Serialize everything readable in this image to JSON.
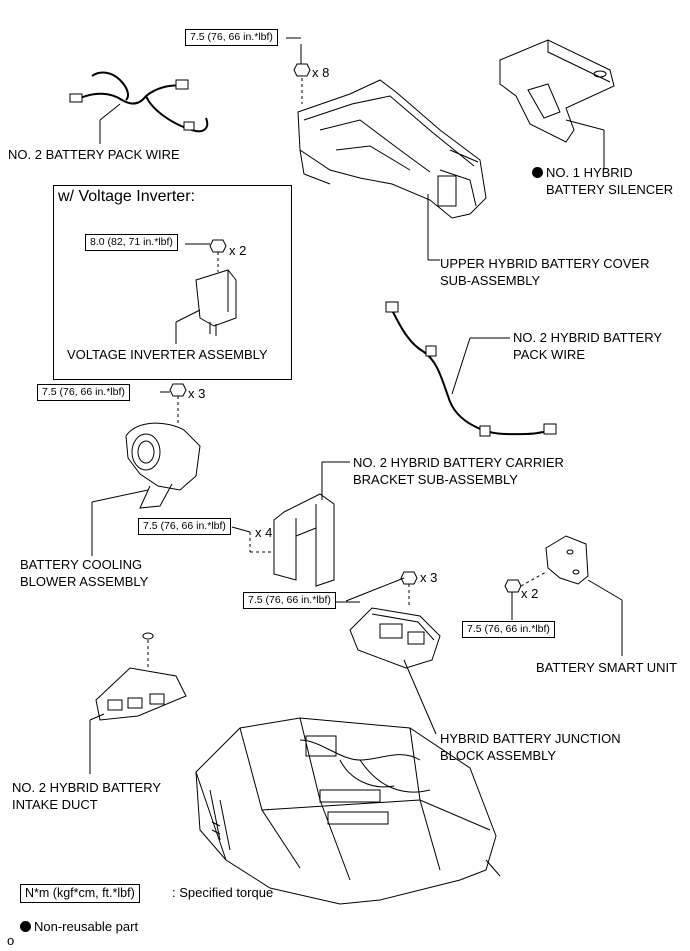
{
  "torque_values": {
    "cover_nut": "7.5 (76, 66 in.*lbf)",
    "inverter_nut": "8.0 (82, 71 in.*lbf)",
    "blower_nut": "7.5 (76, 66 in.*lbf)",
    "bracket_nut": "7.5 (76, 66 in.*lbf)",
    "junction_nut": "7.5 (76, 66 in.*lbf)",
    "smart_unit_nut": "7.5 (76, 66 in.*lbf)"
  },
  "quantities": {
    "cover": "x 8",
    "inverter": "x 2",
    "blower": "x 3",
    "bracket": "x 4",
    "junction": "x 3",
    "smart_unit": "x 2"
  },
  "inset": {
    "title": "w/ Voltage Inverter:"
  },
  "labels": {
    "battery_pack_wire": "NO. 2 BATTERY PACK WIRE",
    "silencer_line1": "NO. 1 HYBRID",
    "silencer_line2": "BATTERY SILENCER",
    "cover_line1": "UPPER HYBRID BATTERY COVER",
    "cover_line2": "SUB-ASSEMBLY",
    "voltage_inverter": "VOLTAGE INVERTER ASSEMBLY",
    "hybrid_pack_wire_line1": "NO. 2 HYBRID BATTERY",
    "hybrid_pack_wire_line2": "PACK WIRE",
    "bracket_line1": "NO. 2 HYBRID BATTERY CARRIER",
    "bracket_line2": "BRACKET SUB-ASSEMBLY",
    "blower_line1": "BATTERY COOLING",
    "blower_line2": "BLOWER ASSEMBLY",
    "smart_unit": "BATTERY SMART UNIT",
    "junction_line1": "HYBRID BATTERY JUNCTION",
    "junction_line2": "BLOCK ASSEMBLY",
    "intake_line1": "NO. 2 HYBRID BATTERY",
    "intake_line2": "INTAKE DUCT"
  },
  "legend": {
    "torque_unit": "N*m (kgf*cm, ft.*lbf)",
    "torque_desc": ": Specified torque",
    "nonreusable": "Non-reusable part"
  },
  "corner_mark": "o"
}
